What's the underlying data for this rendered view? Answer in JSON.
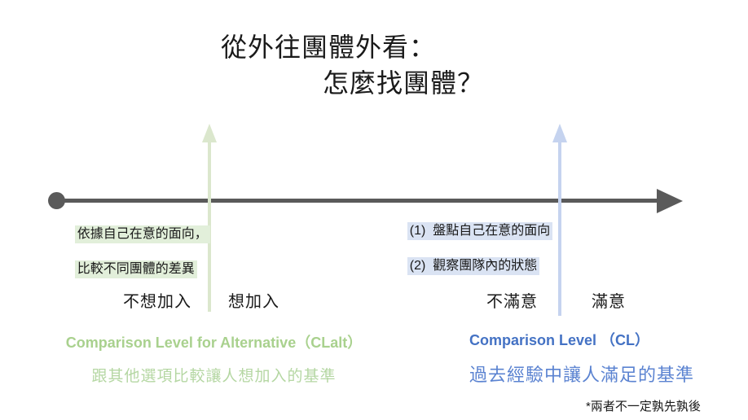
{
  "slide": {
    "title_line1": "從外往團體外看：",
    "title_line2": "怎麼找團體？",
    "footnote": "*兩者不一定孰先孰後"
  },
  "clalt": {
    "annotation_line1": "依據自己在意的面向，",
    "annotation_line2": "比較不同團體的差異",
    "scale_left": "不想加入",
    "scale_right": "想加入",
    "heading": "Comparison Level for Alternative（CLalt）",
    "description": "跟其他選項比較讓人想加入的基準"
  },
  "cl": {
    "annotation_line1": "(1)  盤點自己在意的面向",
    "annotation_line2": "(2)  觀察團隊內的狀態",
    "scale_left": "不滿意",
    "scale_right": "滿意",
    "heading": "Comparison Level （CL）",
    "description": "過去經驗中讓人滿足的基準"
  },
  "colors": {
    "ink": "#1a1a1a",
    "axis_gray": "#5a5a5a",
    "clalt_arrow": "#dbe7cd",
    "clalt_highlight": "#e2efda",
    "clalt_heading": "#a9d18e",
    "clalt_description": "#b5d7a3",
    "cl_arrow": "#c5d3ef",
    "cl_highlight": "#dae3f3",
    "cl_heading": "#4472c4",
    "cl_description": "#5b83d1"
  }
}
